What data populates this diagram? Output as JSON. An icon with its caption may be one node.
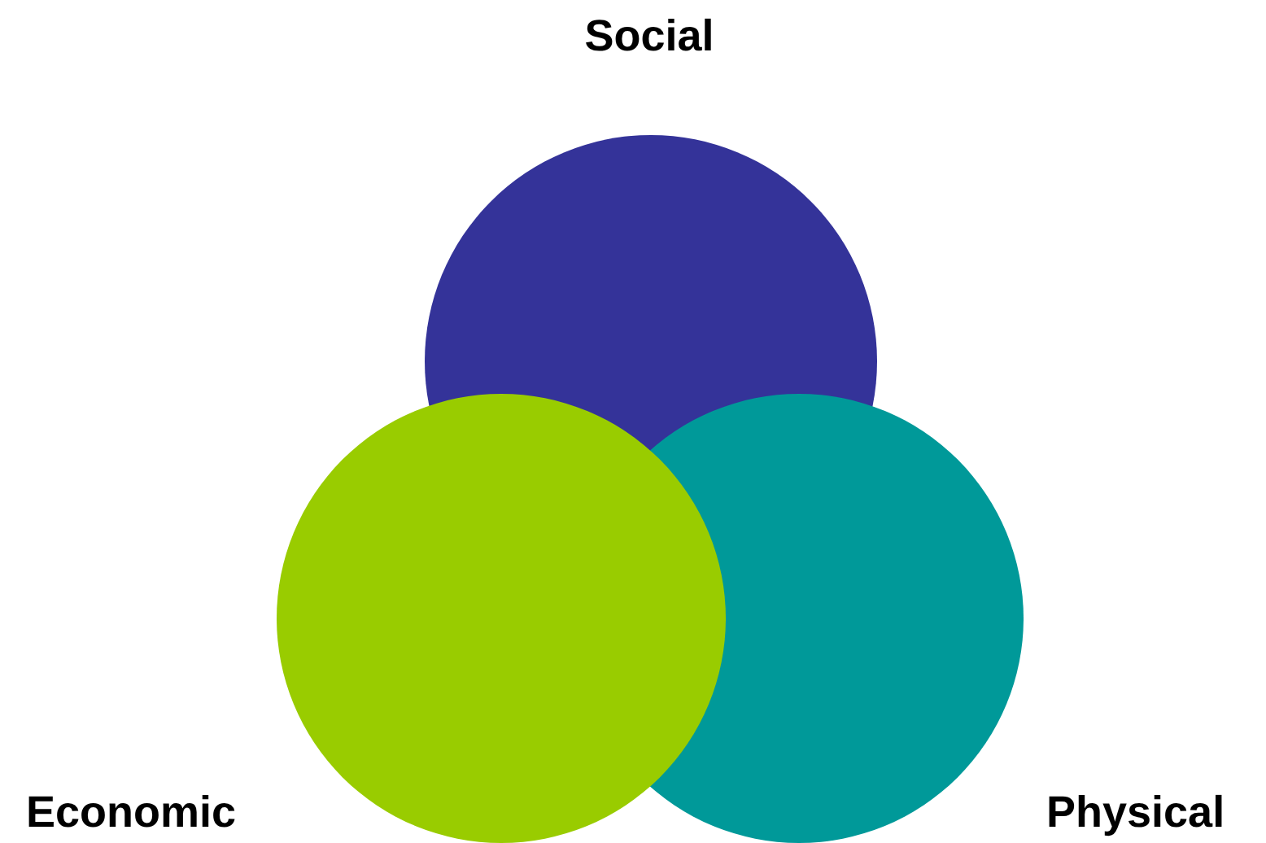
{
  "diagram": {
    "nodes": [
      {
        "text": [
          "Social"
        ]
      },
      {
        "text": [
          "Economic"
        ]
      },
      {
        "text": [
          "Physical"
        ]
      }
    ]
  }
}
